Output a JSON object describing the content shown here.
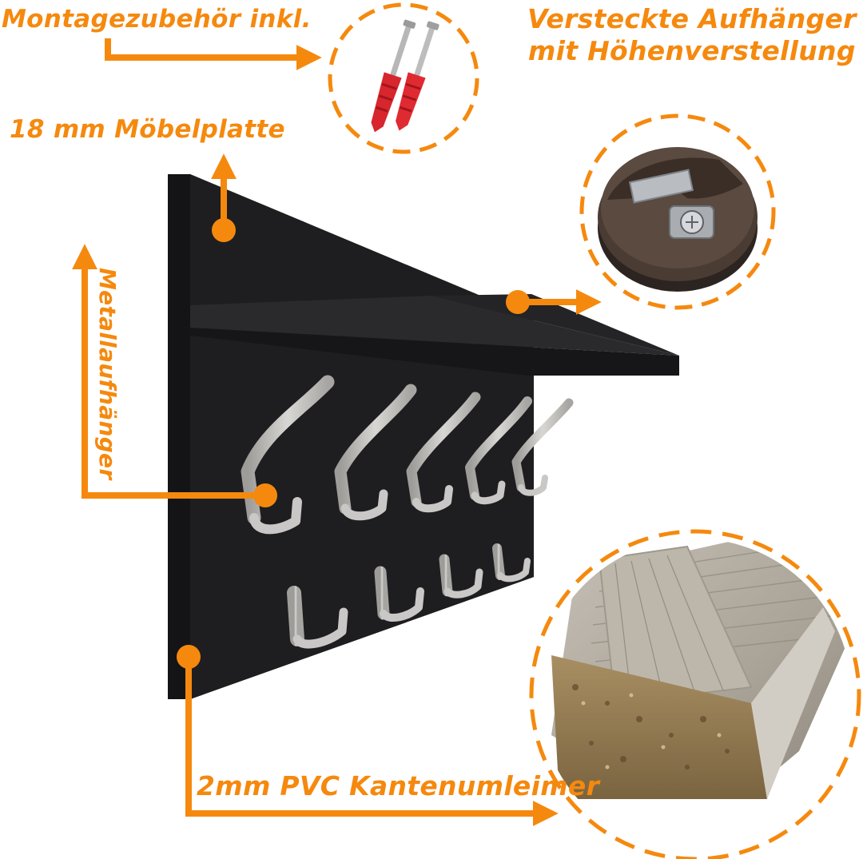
{
  "labels": {
    "mounting": "Montagezubehör inkl.",
    "hidden_hangers_line1": "Versteckte  Aufhänger",
    "hidden_hangers_line2": "mit Höhenverstellung",
    "board": "18 mm Möbelplatte",
    "metal_hooks": "Metallaufhänger",
    "edge": "2mm PVC Kantenumleimer"
  },
  "colors": {
    "accent": "#f5890e",
    "board": "#1e1e20",
    "hook": "#c9c8c6",
    "wood_grain": "#b2aca3"
  },
  "product": {
    "upper_hooks": 5,
    "lower_hooks": 4,
    "icons": [
      "screw-dowel-icon",
      "hidden-hanger-icon",
      "edge-sample-icon"
    ]
  }
}
